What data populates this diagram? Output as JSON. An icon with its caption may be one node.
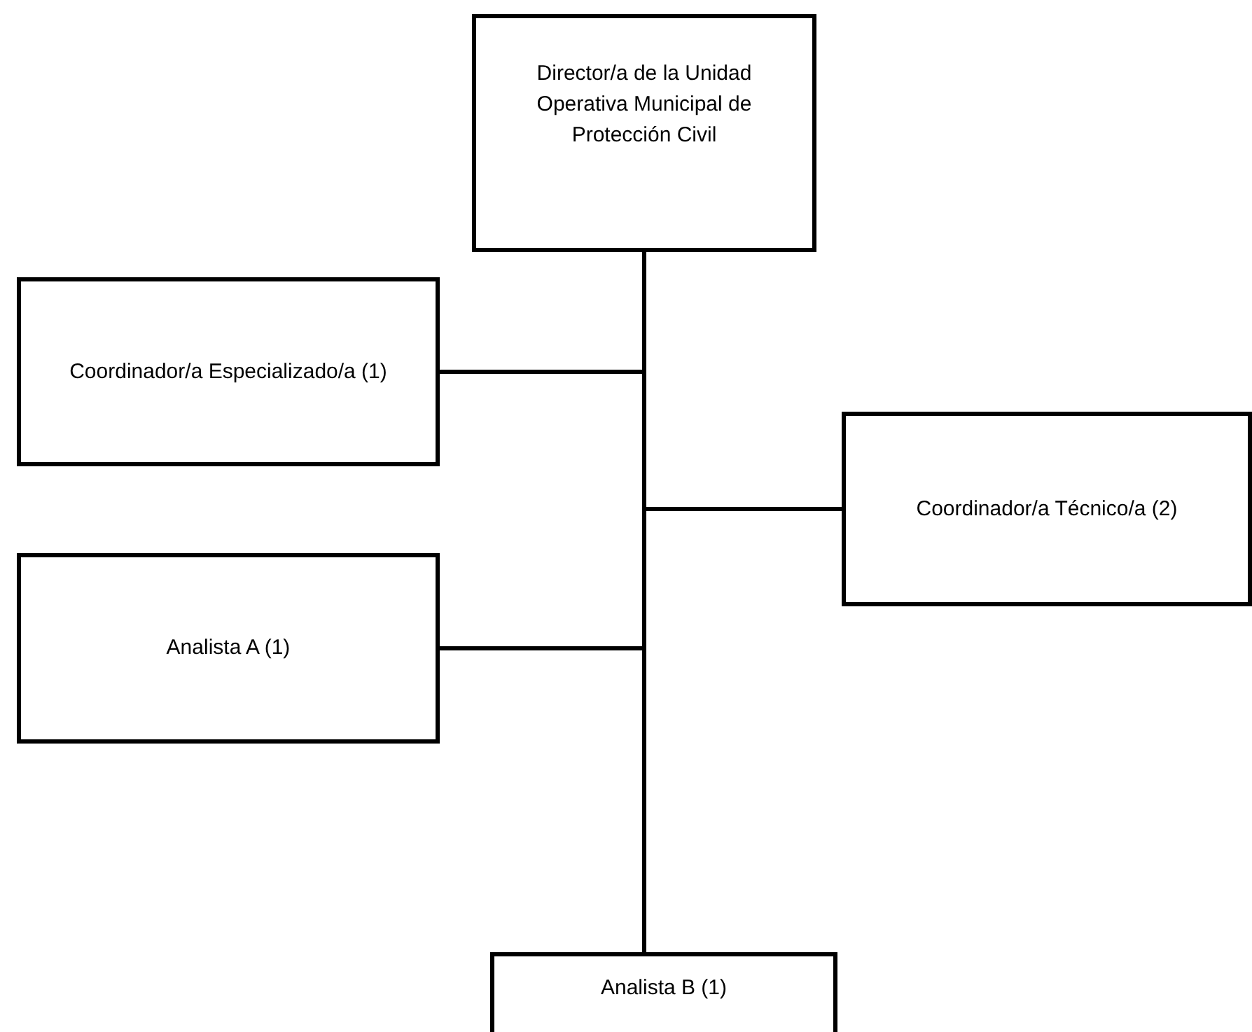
{
  "diagram": {
    "nodes": [
      {
        "text": [
          "Director/a de la Unidad Operativa Municipal de Protección Civil"
        ]
      },
      {
        "text": [
          "Coordinador/a Especializado/a (1)"
        ]
      },
      {
        "text": [
          "Coordinador/a Técnico/a (2)"
        ]
      },
      {
        "text": [
          "Analista A (1)"
        ]
      },
      {
        "text": [
          "Analista B (1)"
        ]
      }
    ],
    "edges": [
      {
        "from": 0,
        "to": 1,
        "arrow": "none"
      },
      {
        "from": 0,
        "to": 2,
        "arrow": "none"
      },
      {
        "from": 0,
        "to": 3,
        "arrow": "none"
      },
      {
        "from": 0,
        "to": 4,
        "arrow": "none"
      }
    ]
  }
}
